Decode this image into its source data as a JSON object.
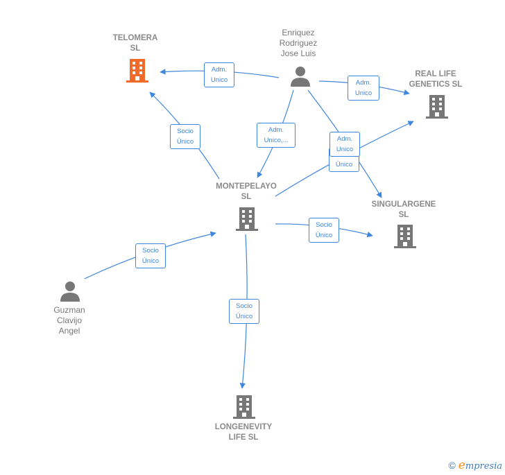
{
  "colors": {
    "edge": "#3f86dd",
    "company": "#777777",
    "highlight_company": "#f26a2a",
    "person": "#777777"
  },
  "nodes": {
    "telomera": {
      "label": "TELOMERA\nSL",
      "icon": "building-icon",
      "highlight": true
    },
    "enriquez": {
      "label": "Enriquez\nRodriguez\nJose Luis",
      "icon": "person-icon"
    },
    "real_life": {
      "label": "REAL LIFE\nGENETICS  SL",
      "icon": "building-icon"
    },
    "montepelayo": {
      "label": "MONTEPELAYO\nSL",
      "icon": "building-icon"
    },
    "singulargene": {
      "label": "SINGULARGENE\nSL",
      "icon": "building-icon"
    },
    "guzman": {
      "label": "Guzman\nClavijo\nAngel",
      "icon": "person-icon"
    },
    "longenevity": {
      "label": "LONGENEVITY\nLIFE  SL",
      "icon": "building-icon"
    }
  },
  "edges": {
    "enriquez_telomera": "Adm.\nUnico",
    "enriquez_real_life": "Adm.\nUnico",
    "enriquez_montepelayo": "Adm.\nUnico,...",
    "enriquez_singulargene": "Adm.\nUnico",
    "montepelayo_real_life": "Único",
    "montepelayo_telomera": "Socio\nÚnico",
    "montepelayo_singulargene": "Socio\nÚnico",
    "guzman_montepelayo": "Socio\nÚnico",
    "montepelayo_longenevity": "Socio\nÚnico"
  },
  "footer": {
    "copyright": "©",
    "brand_initial": "e",
    "brand_rest": "mpresia"
  }
}
